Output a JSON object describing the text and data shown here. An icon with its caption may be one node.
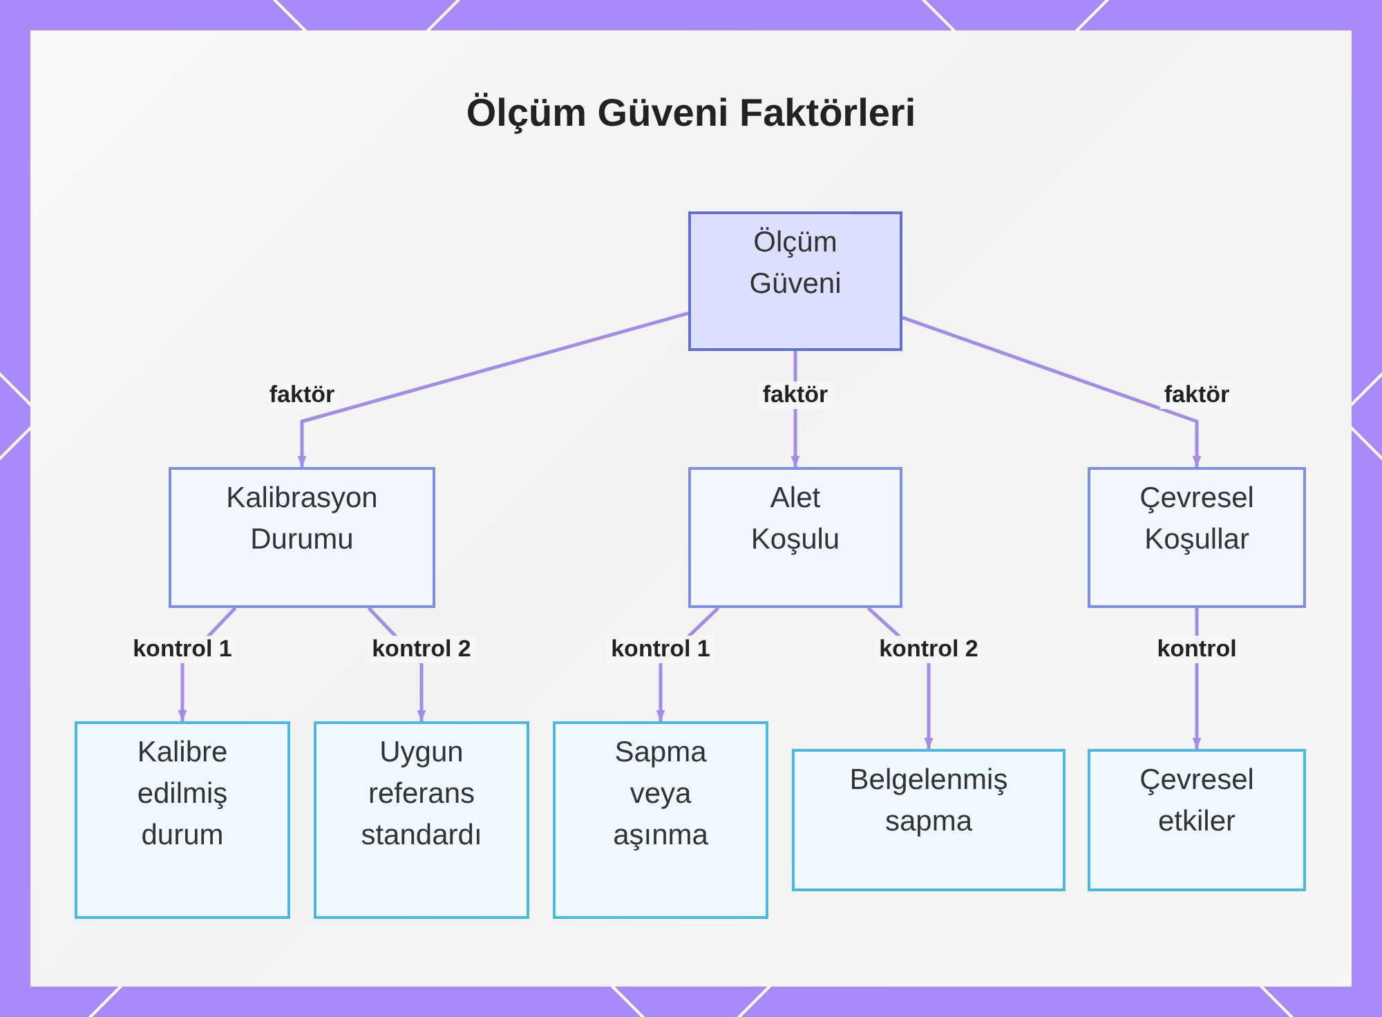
{
  "diagram": {
    "title": "Ölçüm Güveni Faktörleri",
    "nodes": [
      {
        "text": [
          "Ölçüm Güveni"
        ]
      },
      {
        "text": [
          "Kalibrasyon Durumu"
        ]
      },
      {
        "text": [
          "Alet Koşulu"
        ]
      },
      {
        "text": [
          "Çevresel Koşullar"
        ]
      },
      {
        "text": [
          "Kalibre edilmiş durum"
        ]
      },
      {
        "text": [
          "Uygun referans standardı"
        ]
      },
      {
        "text": [
          "Sapma veya aşınma"
        ]
      },
      {
        "text": [
          "Belgelenmiş sapma"
        ]
      },
      {
        "text": [
          "Çevresel etkiler"
        ]
      }
    ],
    "edges": [
      {
        "from": 0,
        "to": 1,
        "arrow": "to",
        "label": "faktör"
      },
      {
        "from": 0,
        "to": 2,
        "arrow": "to",
        "label": "faktör"
      },
      {
        "from": 0,
        "to": 3,
        "arrow": "to",
        "label": "faktör"
      },
      {
        "from": 1,
        "to": 4,
        "arrow": "to",
        "label": "kontrol 1"
      },
      {
        "from": 1,
        "to": 5,
        "arrow": "to",
        "label": "kontrol 2"
      },
      {
        "from": 2,
        "to": 6,
        "arrow": "to",
        "label": "kontrol 1"
      },
      {
        "from": 2,
        "to": 7,
        "arrow": "to",
        "label": "kontrol 2"
      },
      {
        "from": 3,
        "to": 8,
        "arrow": "to",
        "label": "kontrol"
      }
    ]
  }
}
